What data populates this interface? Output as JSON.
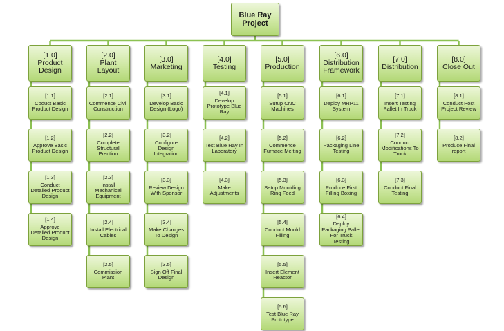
{
  "project": {
    "label": "Blue Ray\nProject"
  },
  "phases": [
    {
      "code": "[1.0]",
      "label": "Product\nDesign",
      "color": "#c9e59b",
      "tasks": [
        {
          "code": "[1.1]",
          "label": "Coduct Basic Product Design"
        },
        {
          "code": "[1.2]",
          "label": "Approve Basic Product Design"
        },
        {
          "code": "[1.3]",
          "label": "Conduct Detailed Product Design"
        },
        {
          "code": "[1.4]",
          "label": "Approve Detailed Product Design"
        }
      ]
    },
    {
      "code": "[2.0]",
      "label": "Plant\nLayout",
      "tasks": [
        {
          "code": "[2.1]",
          "label": "Commence Civil Construction"
        },
        {
          "code": "[2.2]",
          "label": "Complete Structural Erection"
        },
        {
          "code": "[2.3]",
          "label": "Install Mechanical Equipment"
        },
        {
          "code": "[2.4]",
          "label": "Install Electrical Cables"
        },
        {
          "code": "[2.5]",
          "label": "Commission Plant"
        }
      ]
    },
    {
      "code": "[3.0]",
      "label": "Marketing",
      "tasks": [
        {
          "code": "[3.1]",
          "label": "Develop Basic Design (Logo)"
        },
        {
          "code": "[3.2]",
          "label": "Configure Design Integration"
        },
        {
          "code": "[3.3]",
          "label": "Review Design With Sponsor"
        },
        {
          "code": "[3.4]",
          "label": "Make Changes To Design"
        },
        {
          "code": "[3.5]",
          "label": "Sign Off Final Design"
        }
      ]
    },
    {
      "code": "[4.0]",
      "label": "Testing",
      "tasks": [
        {
          "code": "[4.1]",
          "label": "Develop Prototype Blue Ray"
        },
        {
          "code": "[4.2]",
          "label": "Test Blue Ray In Laboratory"
        },
        {
          "code": "[4.3]",
          "label": "Make Adjustments"
        }
      ]
    },
    {
      "code": "[5.0]",
      "label": "Production",
      "tasks": [
        {
          "code": "[5.1]",
          "label": "Sutup CNC Machines"
        },
        {
          "code": "[5.2]",
          "label": "Commence Furnace Melting"
        },
        {
          "code": "[5.3]",
          "label": "Setup Moulding Ring Feed"
        },
        {
          "code": "[5.4]",
          "label": "Conduct Mould Filling"
        },
        {
          "code": "[5.5]",
          "label": "Insert Element Reactor"
        },
        {
          "code": "[5.6]",
          "label": "Test Blue Ray Prototype"
        }
      ]
    },
    {
      "code": "[6.0]",
      "label": "Distribution\nFramework",
      "tasks": [
        {
          "code": "[6.1]",
          "label": "Deploy MRP11 System"
        },
        {
          "code": "[6.2]",
          "label": "Packaging Line Testing"
        },
        {
          "code": "[6.3]",
          "label": "Produce First Filling Boxing"
        },
        {
          "code": "[6.4]",
          "label": "Deploy Packaging Pallet For Truck Testing"
        }
      ]
    },
    {
      "code": "[7.0]",
      "label": "Distribution",
      "tasks": [
        {
          "code": "[7.1]",
          "label": "Insert Testing Pallet In Truck"
        },
        {
          "code": "[7.2]",
          "label": "Conduct Modifications To Truck"
        },
        {
          "code": "[7.3]",
          "label": "Conduct Final Testing"
        }
      ]
    },
    {
      "code": "[8.0]",
      "label": "Close Out",
      "tasks": [
        {
          "code": "[8.1]",
          "label": "Conduct Post Project Review"
        },
        {
          "code": "[8.2]",
          "label": "Produce Final report"
        }
      ]
    }
  ],
  "colors": {
    "connector": "#8cc152",
    "box_border": "#7da23c"
  }
}
